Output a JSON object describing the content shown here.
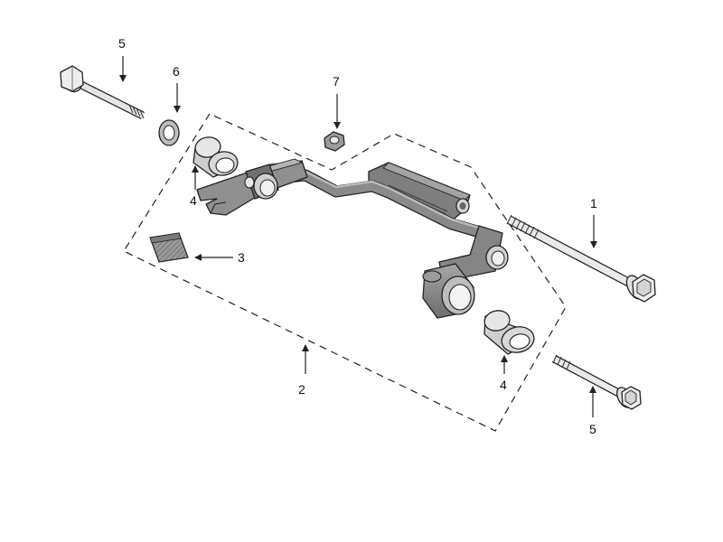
{
  "diagram": {
    "callouts": {
      "c1": "1",
      "c2": "2",
      "c3": "3",
      "c4a": "4",
      "c4b": "4",
      "c5a": "5",
      "c5b": "5",
      "c6": "6",
      "c7": "7"
    },
    "colors": {
      "line": "#222222",
      "part_fill": "#8a8a8a",
      "part_dark": "#5c5c5c",
      "part_light": "#d2d2d2",
      "background": "#ffffff"
    }
  }
}
